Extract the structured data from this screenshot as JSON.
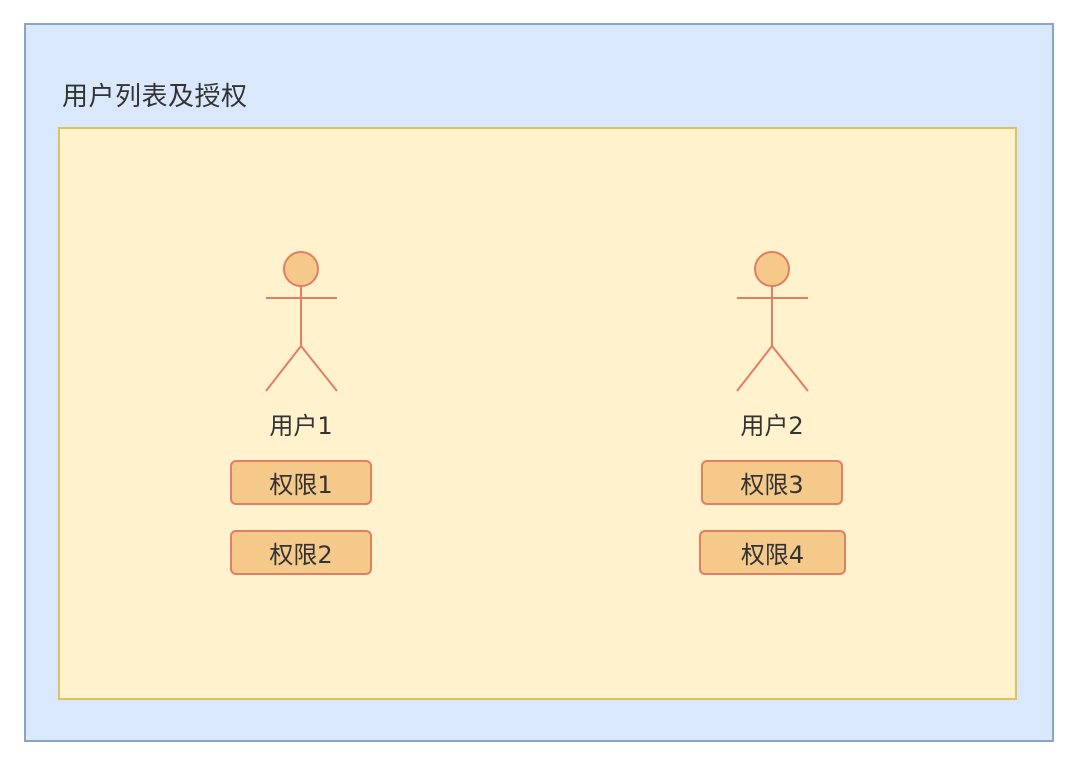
{
  "container": {
    "title": "用户列表及授权"
  },
  "users": [
    {
      "label": "用户1",
      "permissions": [
        "权限1",
        "权限2"
      ]
    },
    {
      "label": "用户2",
      "permissions": [
        "权限3",
        "权限4"
      ]
    }
  ],
  "colors": {
    "outer_fill": "#dae8fc",
    "outer_stroke": "#8aa3c8",
    "inner_fill": "#fff2cc",
    "inner_stroke": "#e0c15a",
    "actor_fill": "#f4c98a",
    "actor_stroke": "#e27e64",
    "text": "#333333"
  }
}
